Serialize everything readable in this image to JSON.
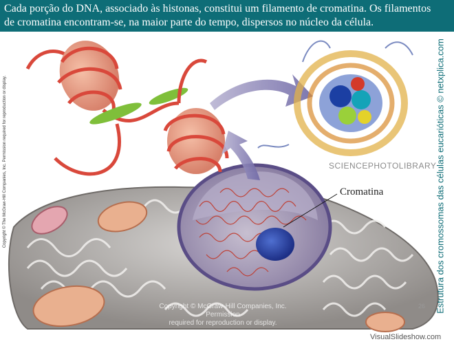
{
  "header": {
    "line1": "Cada porção do DNA, associado às histonas, constitui um filamento de cromatina. Os filamentos",
    "line2": "de cromatina encontram-se, na maior parte do tempo, dispersos no núcleo da célula."
  },
  "side_title": "Estrutura dos cromossomas das células eucarióticas © netxplica.com",
  "copyright_note": "Copyright © The McGraw-Hill Companies, Inc. Permission required for reproduction or display.",
  "credit": "SCIENCEPHOTOLIBRARY",
  "labels": {
    "chromatin": "Cromatina"
  },
  "watermark": {
    "line1": "Copyright © McGraw-Hill Companies, Inc. Permission",
    "line2": "required for reproduction or display."
  },
  "page_number": "26",
  "brand": "VisualSlideshow.com"
}
